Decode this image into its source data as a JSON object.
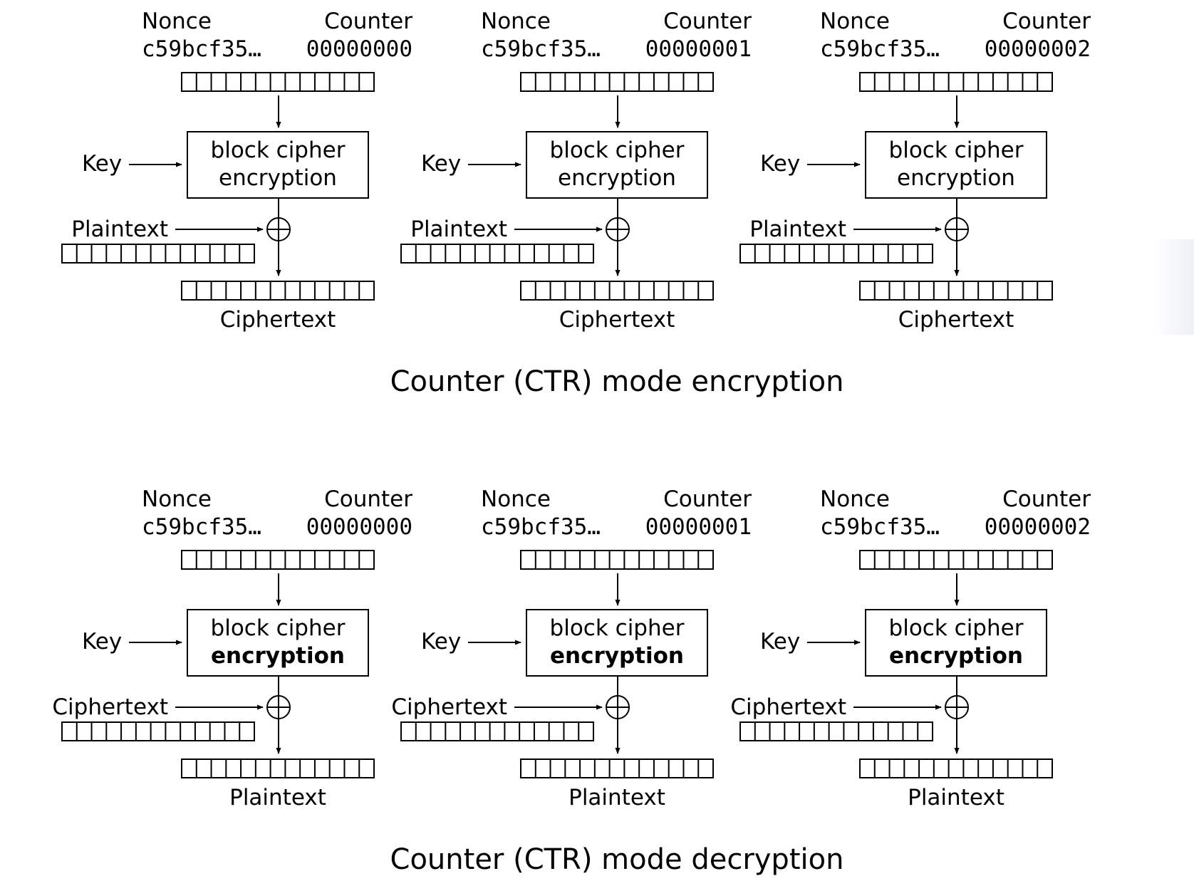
{
  "colors": {
    "background": "#ffffff",
    "ink": "#000000"
  },
  "sections": [
    {
      "title": "Counter (CTR) mode encryption",
      "key_label": "Key",
      "input_label": "Plaintext",
      "output_label": "Ciphertext",
      "cipher_line1": "block cipher",
      "cipher_line2": "encryption",
      "cipher_line2_bold": false,
      "columns": [
        {
          "nonce_label": "Nonce",
          "counter_label": "Counter",
          "nonce_value": "c59bcf35…",
          "counter_value": "00000000"
        },
        {
          "nonce_label": "Nonce",
          "counter_label": "Counter",
          "nonce_value": "c59bcf35…",
          "counter_value": "00000001"
        },
        {
          "nonce_label": "Nonce",
          "counter_label": "Counter",
          "nonce_value": "c59bcf35…",
          "counter_value": "00000002"
        }
      ]
    },
    {
      "title": "Counter (CTR) mode decryption",
      "key_label": "Key",
      "input_label": "Ciphertext",
      "output_label": "Plaintext",
      "cipher_line1": "block cipher",
      "cipher_line2": "encryption",
      "cipher_line2_bold": true,
      "columns": [
        {
          "nonce_label": "Nonce",
          "counter_label": "Counter",
          "nonce_value": "c59bcf35…",
          "counter_value": "00000000"
        },
        {
          "nonce_label": "Nonce",
          "counter_label": "Counter",
          "nonce_value": "c59bcf35…",
          "counter_value": "00000001"
        },
        {
          "nonce_label": "Nonce",
          "counter_label": "Counter",
          "nonce_value": "c59bcf35…",
          "counter_value": "00000002"
        }
      ]
    }
  ]
}
